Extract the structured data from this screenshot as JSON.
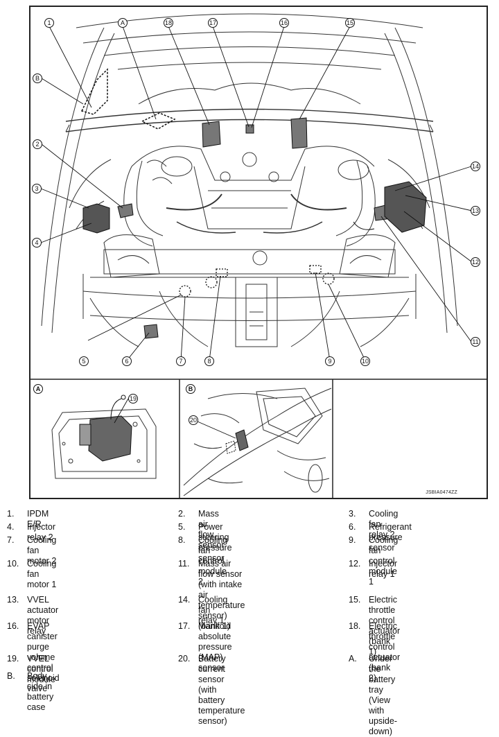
{
  "callouts": {
    "c1": "1",
    "c2": "2",
    "c3": "3",
    "c4": "4",
    "c5": "5",
    "c6": "6",
    "c7": "7",
    "c8": "8",
    "c9": "9",
    "c10": "10",
    "c11": "11",
    "c12": "12",
    "c13": "13",
    "c14": "14",
    "c15": "15",
    "c16": "16",
    "c17": "17",
    "c18": "18",
    "c19": "19",
    "c20": "20",
    "cA": "A",
    "cB": "B"
  },
  "insets": {
    "a_label": "A",
    "b_label": "B"
  },
  "reference_code": "JSBIA0474ZZ",
  "legend": [
    {
      "num": "1.",
      "text": "IPDM E/R"
    },
    {
      "num": "2.",
      "text": "Mass air flow sensor"
    },
    {
      "num": "3.",
      "text": "Cooling fan relay 2"
    },
    {
      "num": "4.",
      "text": "Injector relay 2"
    },
    {
      "num": "5.",
      "text": "Power steering pressure sensor"
    },
    {
      "num": "6.",
      "text": "Refrigerant pressure sensor"
    },
    {
      "num": "7.",
      "text": "Cooling fan motor 2"
    },
    {
      "num": "8.",
      "text": "Cooling fan control module 2"
    },
    {
      "num": "9.",
      "text": "Cooling fan control module 1"
    },
    {
      "num": "10.",
      "text": "Cooling fan motor 1"
    },
    {
      "num": "11.",
      "text": "Mass air flow sensor\n(with intake air temperature sensor)\n(bank 1)"
    },
    {
      "num": "12.",
      "text": "Injector relay 1"
    },
    {
      "num": "13.",
      "text": "VVEL actuator motor relay"
    },
    {
      "num": "14.",
      "text": "Cooling fan relay 1"
    },
    {
      "num": "15.",
      "text": "Electric throttle control actuator\n(bank 1)"
    },
    {
      "num": "16.",
      "text": "EVAP canister purge volume control\nsolenoid valve"
    },
    {
      "num": "17.",
      "text": "Manifold absolute pressure (MAP)\nsensor"
    },
    {
      "num": "18.",
      "text": "Electric throttle control actuator\n(bank 2)"
    },
    {
      "num": "19.",
      "text": "VVEL control module"
    },
    {
      "num": "20.",
      "text": "Battery current sensor\n(with battery temperature sensor)"
    },
    {
      "num": "A.",
      "text": "Under the battery tray\n(View with upside-down)"
    },
    {
      "num": "B.",
      "text": "Body side in battery case"
    }
  ]
}
